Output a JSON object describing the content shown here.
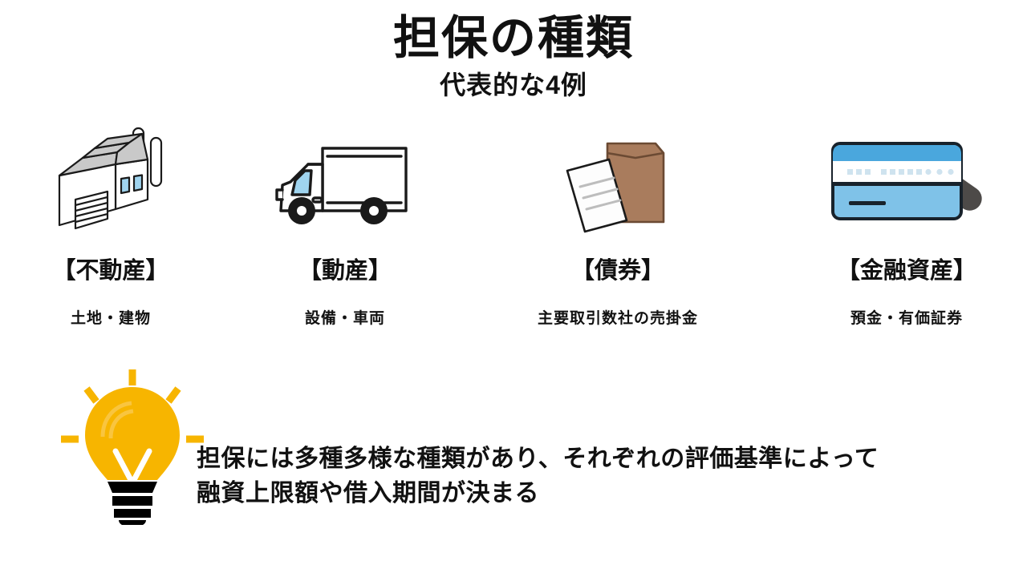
{
  "header": {
    "title": "担保の種類",
    "subtitle": "代表的な4例"
  },
  "categories": [
    {
      "id": "real-estate",
      "icon": "factory-icon",
      "label": "【不動産】",
      "sublabel": "土地・建物"
    },
    {
      "id": "movables",
      "icon": "truck-icon",
      "label": "【動産】",
      "sublabel": "設備・車両"
    },
    {
      "id": "bonds",
      "icon": "envelope-document-icon",
      "label": "【債券】",
      "sublabel": "主要取引数社の売掛金"
    },
    {
      "id": "financial-assets",
      "icon": "bank-card-icon",
      "label": "【金融資産】",
      "sublabel": "預金・有価証券"
    }
  ],
  "note": {
    "icon": "lightbulb-icon",
    "line1": "担保には多種多様な種類があり、それぞれの評価基準によって",
    "line2": "融資上限額や借入期間が決まる"
  },
  "colors": {
    "background": "#ffffff",
    "text": "#111111",
    "outline": "#1a1a1a",
    "roof_gray": "#c9c9c9",
    "window_blue": "#9fd4ef",
    "card_blue": "#7fc2e8",
    "card_blue_dark": "#4aa7dd",
    "envelope_brown": "#a97c5d",
    "envelope_brown_dark": "#6b4a33",
    "bulb_amber": "#f7b500",
    "pen_gray": "#4d4a48",
    "pen_red": "#ef6a63"
  }
}
